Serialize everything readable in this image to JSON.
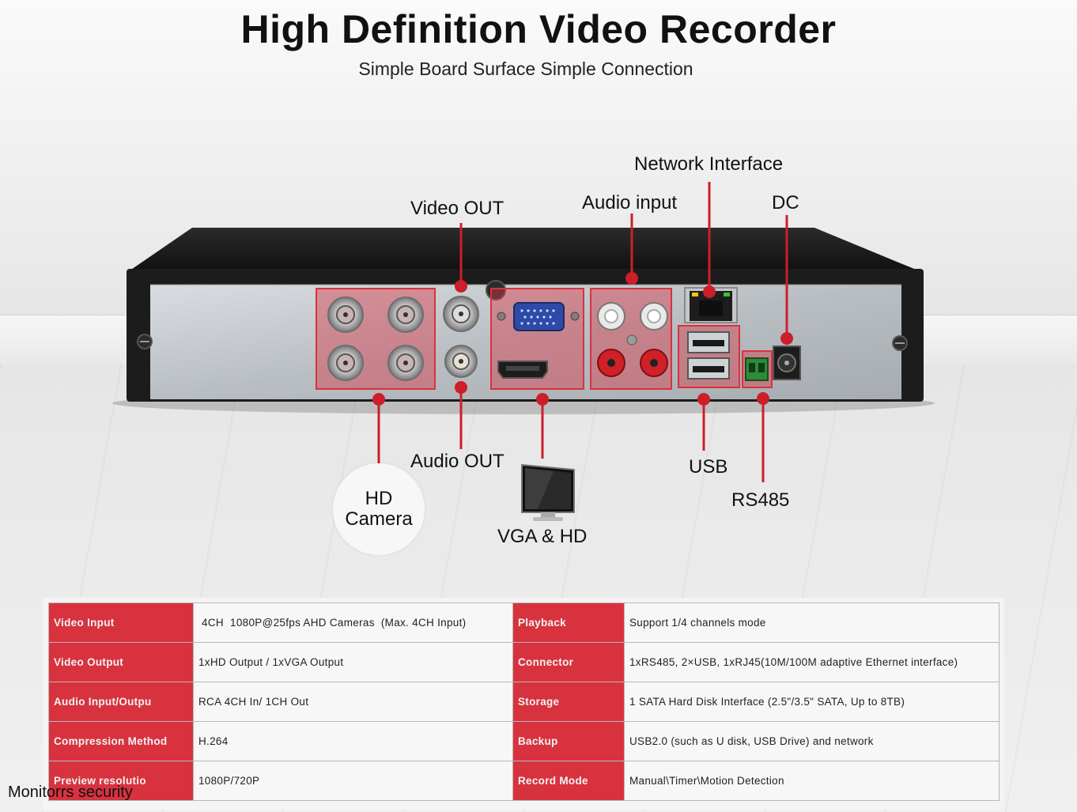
{
  "header": {
    "title": "High Definition Video Recorder",
    "subtitle": "Simple Board Surface Simple Connection"
  },
  "callouts": {
    "network_interface": "Network Interface",
    "video_out": "Video OUT",
    "audio_input": "Audio input",
    "dc": "DC",
    "audio_out": "Audio OUT",
    "usb": "USB",
    "rs485": "RS485",
    "hd_camera_line1": "HD",
    "hd_camera_line2": "Camera",
    "vga_hd": "VGA & HD"
  },
  "colors": {
    "accent": "#d8323e",
    "callout_line": "#cc1f2a"
  },
  "icons": {
    "monitor": "monitor-icon",
    "device": "dvr-back-panel"
  },
  "spec_table": {
    "rows": [
      {
        "k1": "Video Input",
        "v1": " 4CH  1080P@25fps AHD Cameras  (Max. 4CH Input)",
        "k2": "Playback",
        "v2": "Support 1/4 channels mode"
      },
      {
        "k1": "Video Output",
        "v1": "1xHD Output / 1xVGA Output",
        "k2": "Connector",
        "v2": "1xRS485, 2×USB, 1xRJ45(10M/100M adaptive Ethernet interface)"
      },
      {
        "k1": "Audio Input/Outpu",
        "v1": "RCA 4CH In/ 1CH Out",
        "k2": "Storage",
        "v2": "1 SATA Hard Disk Interface (2.5\"/3.5\" SATA, Up to 8TB)"
      },
      {
        "k1": "Compression Method",
        "v1": "H.264",
        "k2": "Backup",
        "v2": "USB2.0 (such as U disk, USB Drive) and network"
      },
      {
        "k1": "Preview resolutio",
        "v1": "1080P/720P",
        "k2": "Record Mode",
        "v2": "Manual\\Timer\\Motion Detection"
      }
    ]
  },
  "footer": {
    "text": "Monitorrs security"
  }
}
